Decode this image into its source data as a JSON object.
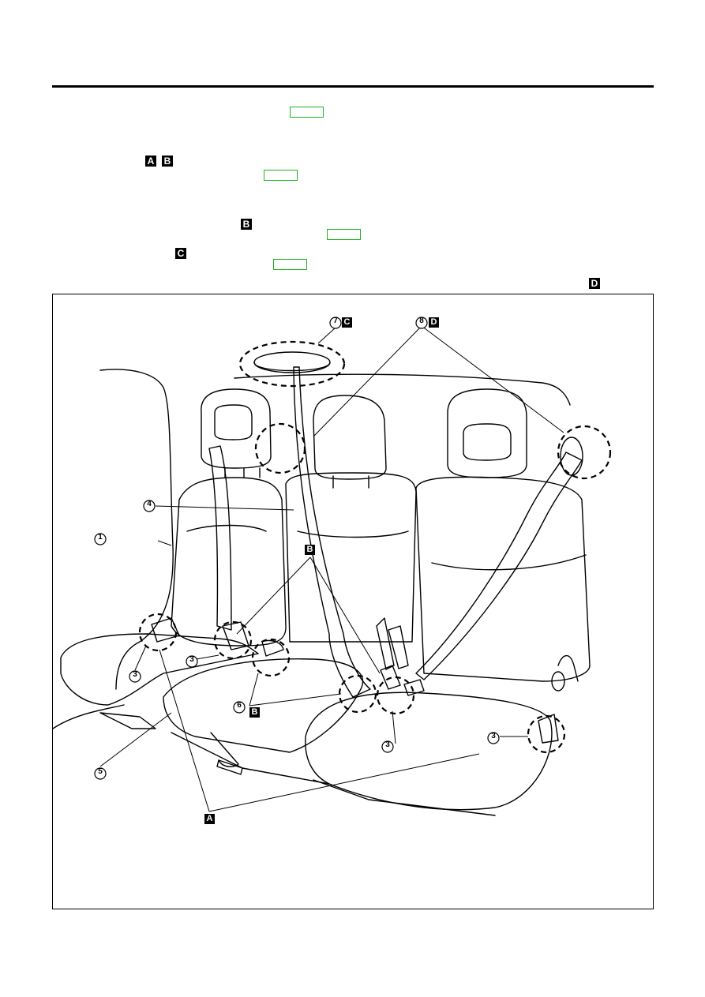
{
  "procedure_tags": [
    "A",
    "B",
    "B",
    "C",
    "D"
  ],
  "figure": {
    "callouts": [
      "1",
      "3",
      "3",
      "3",
      "3",
      "4",
      "5",
      "6",
      "7",
      "8"
    ],
    "reference_tags": [
      "A",
      "B",
      "B",
      "C",
      "D"
    ]
  }
}
